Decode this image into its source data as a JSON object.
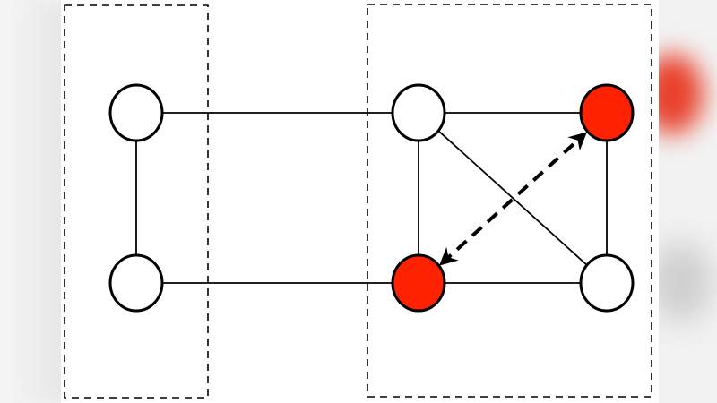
{
  "diagram": {
    "colors": {
      "highlight": "#ff2200",
      "node": "#ffffff",
      "stroke": "#000000"
    },
    "groups": [
      "left-group",
      "right-group"
    ],
    "nodes": [
      {
        "id": "a",
        "group": "left-group",
        "highlighted": false
      },
      {
        "id": "b",
        "group": "left-group",
        "highlighted": false
      },
      {
        "id": "c",
        "group": "right-group",
        "highlighted": false
      },
      {
        "id": "d",
        "group": "right-group",
        "highlighted": true
      },
      {
        "id": "e",
        "group": "right-group",
        "highlighted": true
      },
      {
        "id": "f",
        "group": "right-group",
        "highlighted": false
      }
    ],
    "edges": [
      [
        "a",
        "c"
      ],
      [
        "a",
        "b"
      ],
      [
        "b",
        "e"
      ],
      [
        "c",
        "d"
      ],
      [
        "c",
        "e"
      ],
      [
        "c",
        "f"
      ],
      [
        "d",
        "f"
      ],
      [
        "e",
        "f"
      ]
    ],
    "dashed_bidirectional_arrow": [
      "e",
      "d"
    ]
  }
}
